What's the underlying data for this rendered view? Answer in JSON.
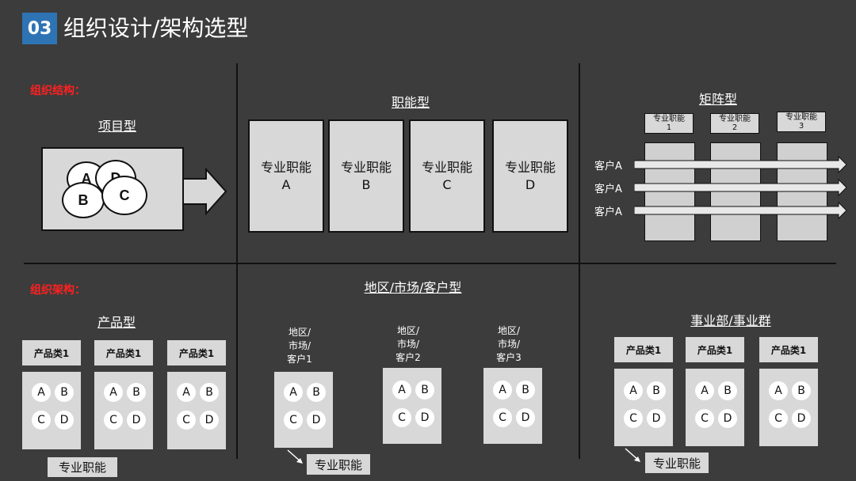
{
  "badge": "03",
  "title": "组织设计/架构选型",
  "red_note_top": "组织结构：",
  "red_note_bottom": "组织架构：",
  "project": {
    "label": "项目型",
    "circles": [
      "A",
      "D",
      "B",
      "C"
    ]
  },
  "functional": {
    "label": "职能型",
    "boxes": [
      {
        "line1": "专业职能",
        "line2": "A"
      },
      {
        "line1": "专业职能",
        "line2": "B"
      },
      {
        "line1": "专业职能",
        "line2": "C"
      },
      {
        "line1": "专业职能",
        "line2": "D"
      }
    ]
  },
  "matrix": {
    "label": "矩阵型",
    "columns": [
      {
        "line1": "专业职能",
        "line2": "1"
      },
      {
        "line1": "专业职能",
        "line2": "2"
      },
      {
        "line1": "专业职能",
        "line2": "3"
      }
    ],
    "rows": [
      "客户A",
      "客户A",
      "客户A"
    ]
  },
  "product": {
    "label": "产品型",
    "headers": [
      "产品类1",
      "产品类1",
      "产品类1"
    ],
    "footer": "专业职能"
  },
  "region": {
    "label": "地区/市场/客户型",
    "groups": [
      {
        "line1": "地区/",
        "line2": "市场/",
        "line3": "客户1"
      },
      {
        "line1": "地区/",
        "line2": "市场/",
        "line3": "客户2"
      },
      {
        "line1": "地区/",
        "line2": "市场/",
        "line3": "客户3"
      }
    ],
    "footer": "专业职能"
  },
  "division": {
    "label": "事业部/事业群",
    "headers": [
      "产品类1",
      "产品类1",
      "产品类1"
    ],
    "footer": "专业职能"
  },
  "circle_letters": [
    "A",
    "B",
    "C",
    "D"
  ],
  "colors": {
    "background": "#3c3c3c",
    "badge": "#2e74b5",
    "red_note": "#ff2020",
    "box": "#d8d8d8"
  }
}
